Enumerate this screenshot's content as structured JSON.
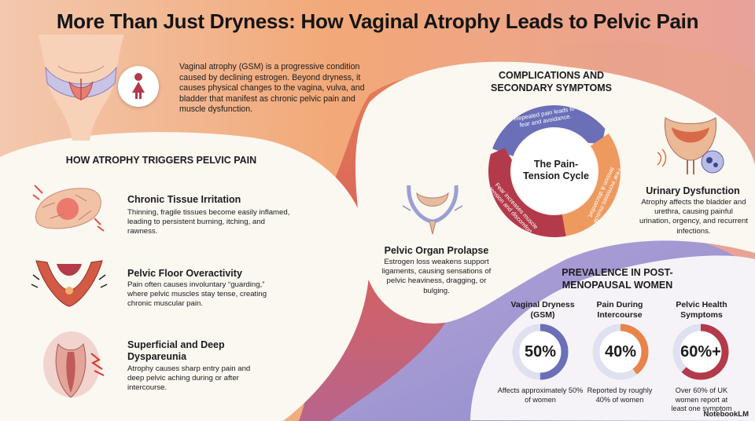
{
  "title": "More Than Just Dryness: How Vaginal Atrophy Leads to Pelvic Pain",
  "intro": "Vaginal atrophy (GSM) is a progressive condition caused by declining estrogen. Beyond dryness, it causes physical changes to the vagina, vulva, and bladder that manifest as chronic pelvic pain and muscle dysfunction.",
  "triggers": {
    "heading": "HOW ATROPHY TRIGGERS PELVIC PAIN",
    "items": [
      {
        "title": "Chronic Tissue Irritation",
        "text": "Thinning, fragile tissues become easily inflamed, leading to persistent burning, itching, and rawness.",
        "icon": "irritated-tissue-icon"
      },
      {
        "title": "Pelvic Floor Overactivity",
        "text": "Pain often causes involuntary “guarding,” where pelvic muscles stay tense, creating chronic muscular pain.",
        "icon": "pelvic-floor-icon"
      },
      {
        "title": "Superficial and Deep Dyspareunia",
        "text": "Atrophy causes sharp entry pain and deep pelvic aching during or after intercourse.",
        "icon": "vaginal-pain-icon"
      }
    ]
  },
  "complications": {
    "heading": "COMPLICATIONS AND SECONDARY SYMPTOMS",
    "cycle": {
      "center": "The Pain-Tension Cycle",
      "segments": [
        "Repeated pain leads to fear and avoidance.",
        "Fear increases muscle tension & discomfort.",
        "Fear increases muscle tension and discomfort."
      ]
    },
    "prolapse": {
      "title": "Pelvic Organ Prolapse",
      "text": "Estrogen loss weakens support ligaments, causing sensations of pelvic heaviness, dragging, or bulging."
    },
    "urinary": {
      "title": "Urinary Dysfunction",
      "text": "Atrophy affects the bladder and urethra, causing painful urination, orgency, and recurrent infections."
    }
  },
  "prevalence": {
    "heading": "PREVALENCE IN POST-MENOPAUSAL WOMEN",
    "stats": [
      {
        "label": "Vaginal Dryness (GSM)",
        "value": "50%",
        "fraction": 0.5,
        "caption": "Affects approximately 50% of women",
        "color": "#6a6fb8"
      },
      {
        "label": "Pain During Intercourse",
        "value": "40%",
        "fraction": 0.4,
        "caption": "Reported by roughly 40% of women",
        "color": "#e8834a"
      },
      {
        "label": "Pelvic Health Symptoms",
        "value": "60%+",
        "fraction": 0.62,
        "caption": "Over 60% of UK women report at least one symptom",
        "color": "#b33a4a"
      }
    ]
  },
  "brand": "NotebookLM",
  "colors": {
    "orange": "#ee9a5f",
    "coral": "#e07060",
    "lavender": "#aab0dc",
    "cream": "#fbf7f1",
    "red": "#b33a4a",
    "blue": "#6a6fb8"
  }
}
